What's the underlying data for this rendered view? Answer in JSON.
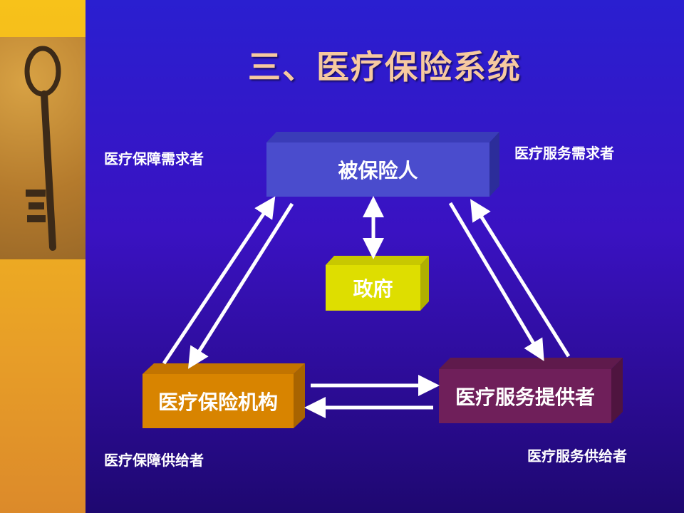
{
  "title": "三、医疗保险系统",
  "nodes": {
    "insured": "被保险人",
    "government": "政府",
    "insurer": "医疗保险机构",
    "provider": "医疗服务提供者"
  },
  "notes": {
    "top_left": "医疗保障需求者",
    "top_right": "医疗服务需求者",
    "bottom_left": "医疗保障供给者",
    "bottom_right": "医疗服务供给者"
  },
  "colors": {
    "insured": "#4a4ccd",
    "government": "#dede00",
    "insurer": "#d88400",
    "provider": "#6f1f5a",
    "title": "#f6c9a0"
  }
}
